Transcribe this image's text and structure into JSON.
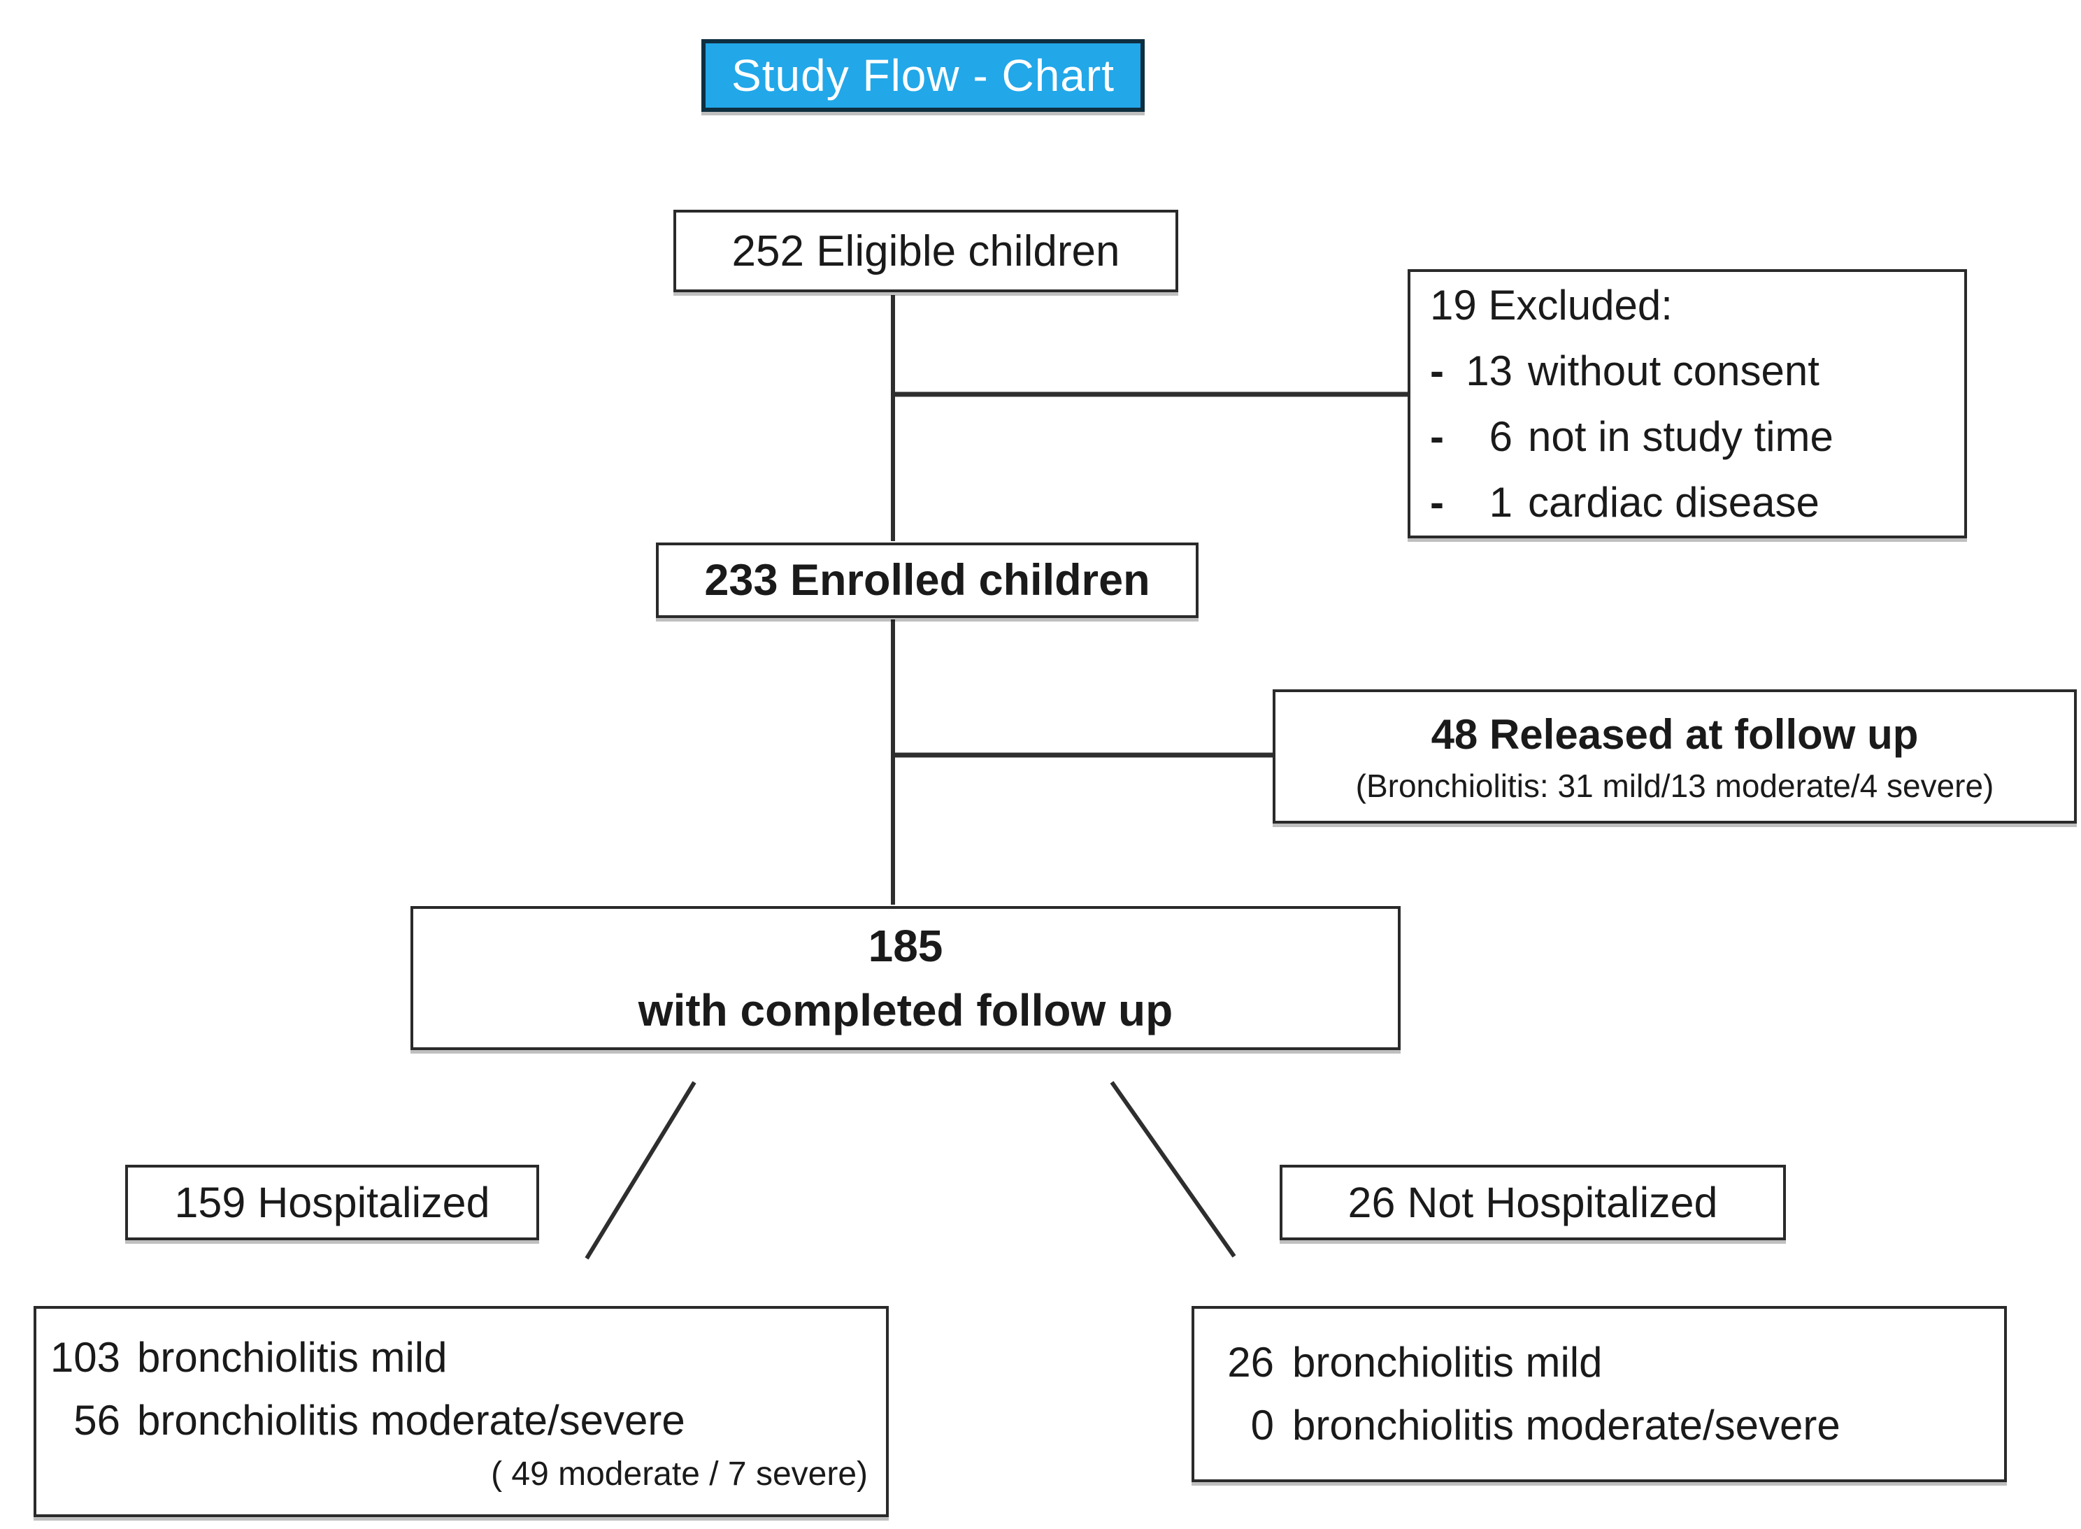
{
  "title": "Study Flow - Chart",
  "colors": {
    "title_background": "#22a7e8",
    "title_border": "#0e2f40",
    "title_text": "#ffffff",
    "box_border": "#2a2a2a",
    "connector_line": "#2e2e2e",
    "page_background": "#ffffff"
  },
  "boxes": {
    "eligible": {
      "text": "252 Eligible children"
    },
    "excluded": {
      "heading": "19 Excluded:",
      "items": [
        {
          "bullet": "-",
          "num": "13",
          "label": "without consent"
        },
        {
          "bullet": "-",
          "num": "6",
          "label": "not in study time"
        },
        {
          "bullet": "-",
          "num": "1",
          "label": "cardiac disease"
        }
      ]
    },
    "enrolled": {
      "text": "233 Enrolled children"
    },
    "released": {
      "heading": "48 Released at follow up",
      "subtext": "(Bronchiolitis: 31 mild/13 moderate/4 severe)"
    },
    "completed": {
      "line1": "185",
      "line2": "with completed follow up"
    },
    "hospitalized": {
      "text": "159 Hospitalized"
    },
    "not_hospitalized": {
      "text": "26 Not Hospitalized"
    },
    "hospitalized_detail": {
      "rows": [
        {
          "num": "103",
          "label": "bronchiolitis mild"
        },
        {
          "num": "56",
          "label": "bronchiolitis moderate/severe"
        }
      ],
      "note": "( 49 moderate / 7 severe)"
    },
    "not_hospitalized_detail": {
      "rows": [
        {
          "num": "26",
          "label": "bronchiolitis mild"
        },
        {
          "num": "0",
          "label": "bronchiolitis moderate/severe"
        }
      ]
    }
  }
}
